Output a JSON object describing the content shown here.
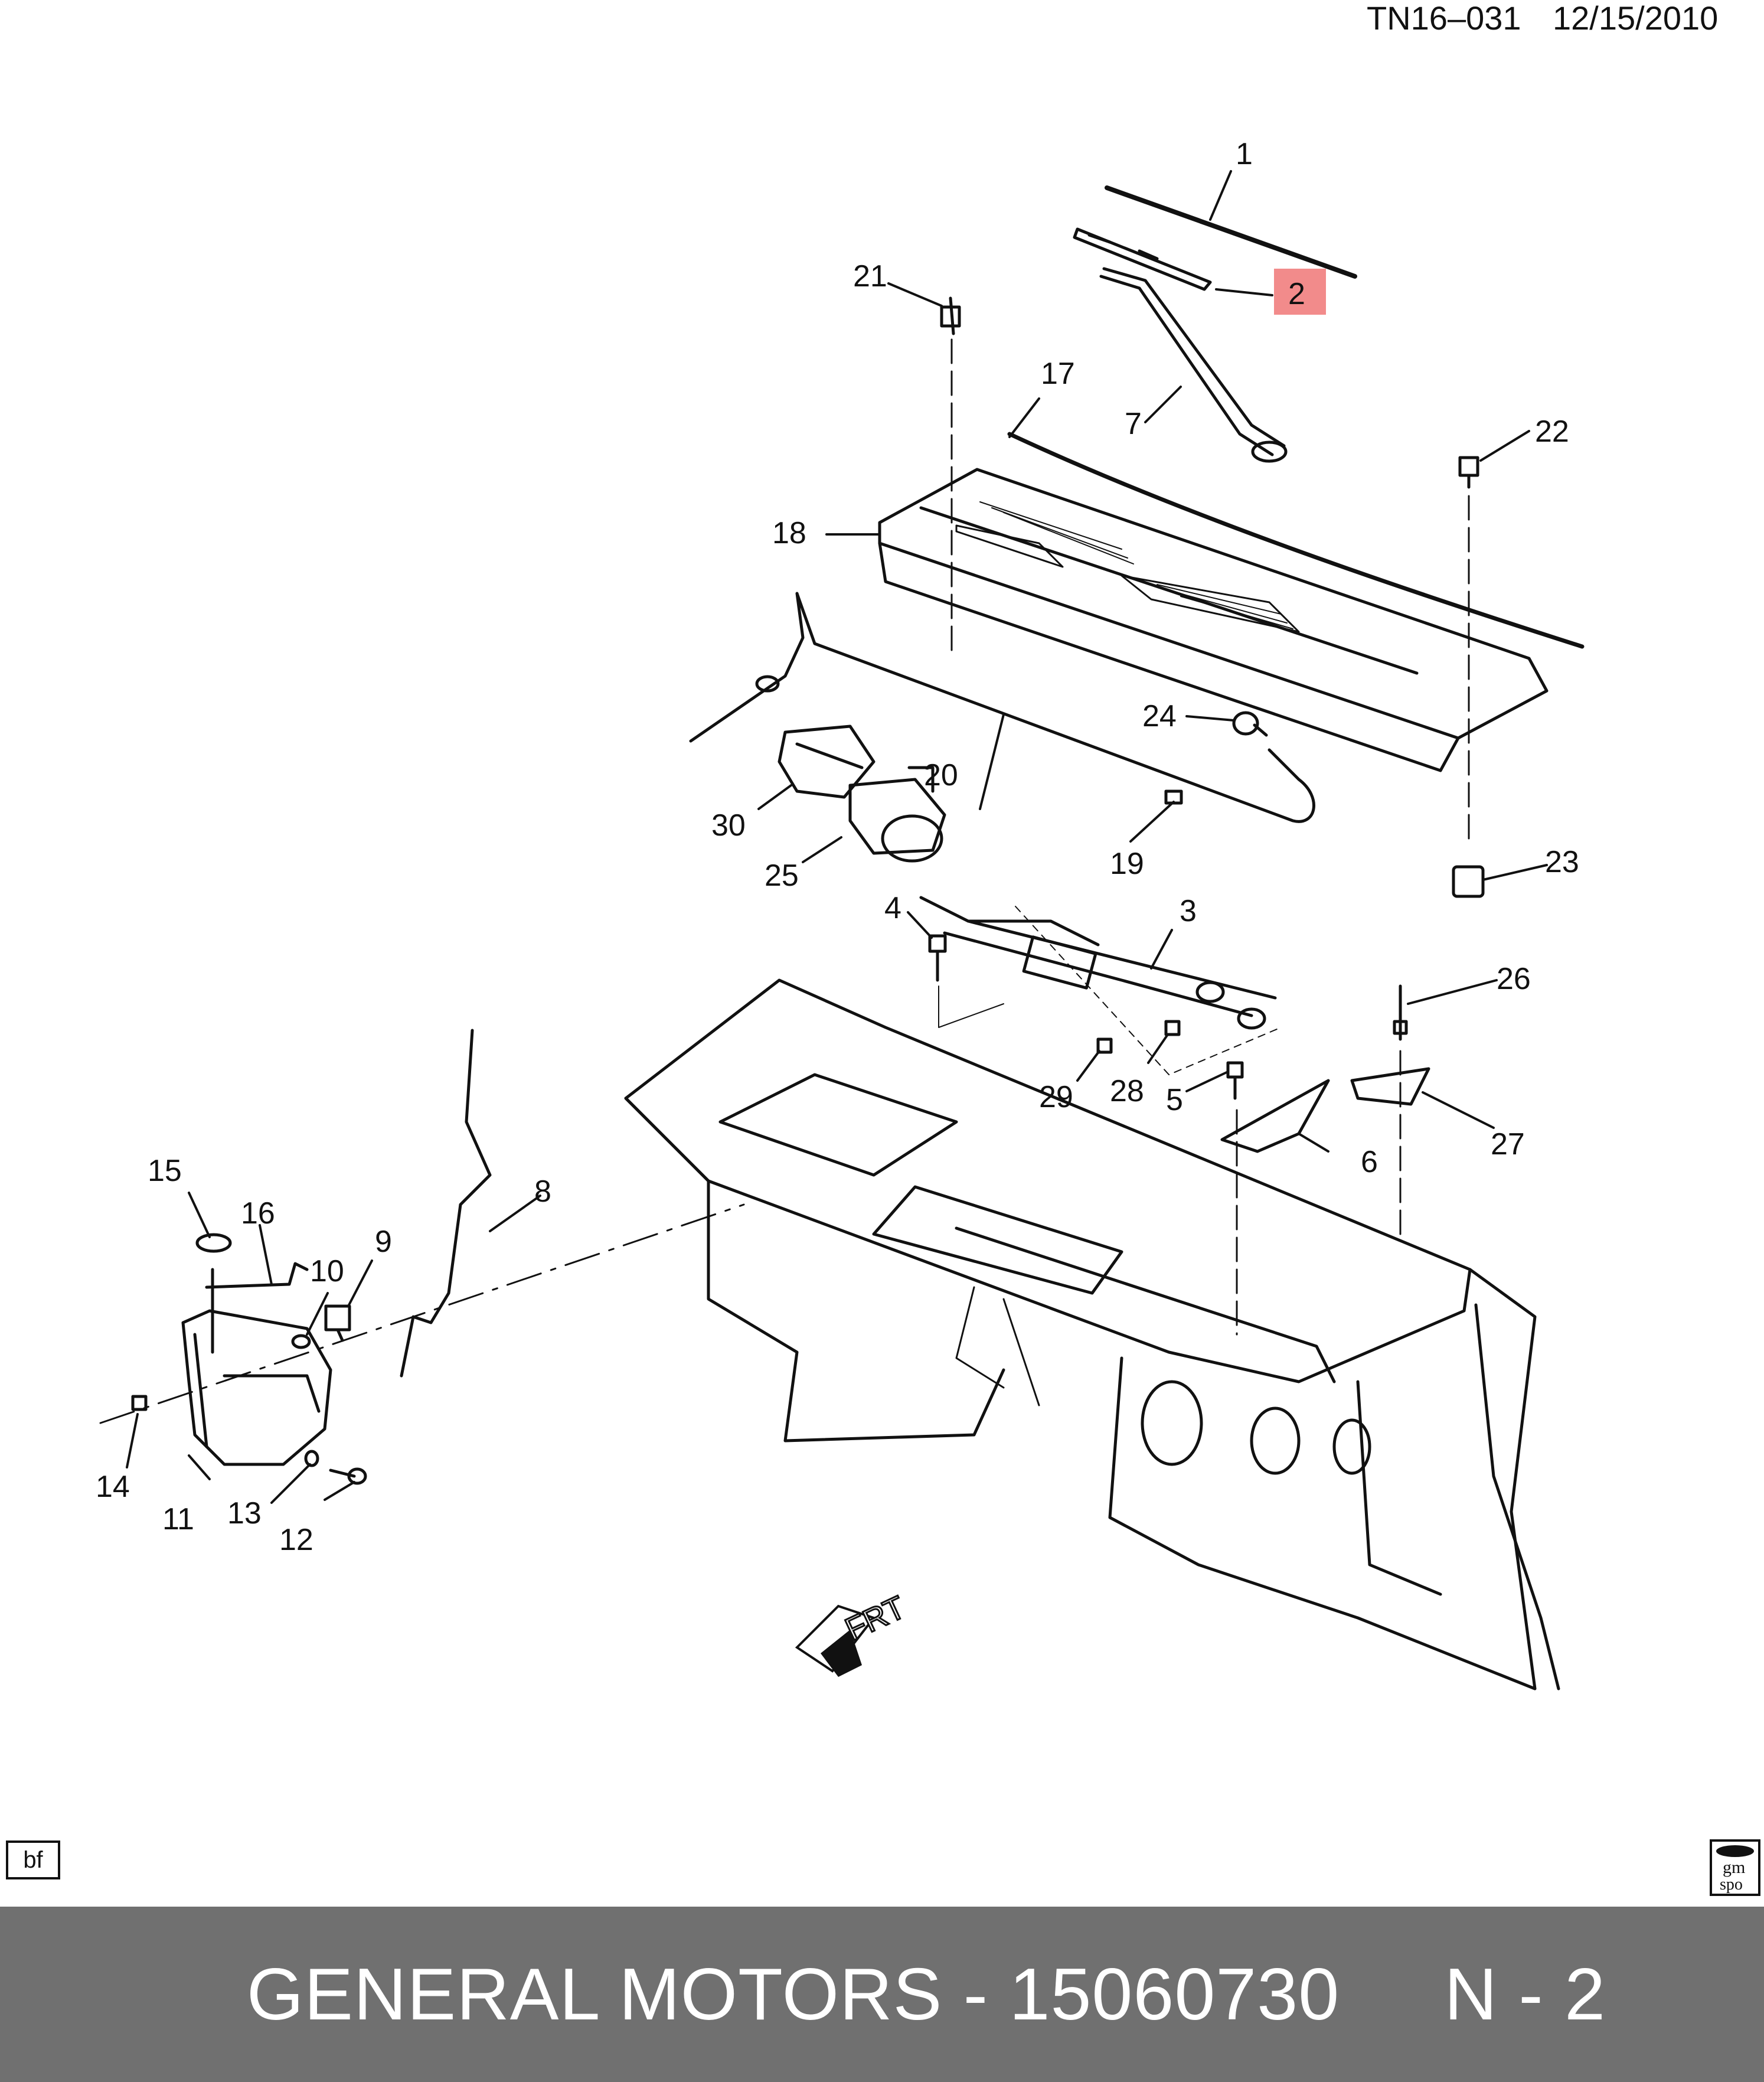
{
  "header": {
    "document_id": "TN16–031",
    "date": "12/15/2010"
  },
  "callouts": {
    "c1": "1",
    "c2": "2",
    "c3": "3",
    "c4": "4",
    "c5": "5",
    "c6": "6",
    "c7": "7",
    "c8": "8",
    "c9": "9",
    "c10": "10",
    "c11": "11",
    "c12": "12",
    "c13": "13",
    "c14": "14",
    "c15": "15",
    "c16": "16",
    "c17": "17",
    "c18": "18",
    "c19": "19",
    "c20": "20",
    "c21": "21",
    "c22": "22",
    "c23": "23",
    "c24": "24",
    "c25": "25",
    "c26": "26",
    "c27": "27",
    "c28": "28",
    "c29": "29",
    "c30": "30"
  },
  "highlight": {
    "callout": "2",
    "color": "#f28b8b"
  },
  "frt_label": "FRT",
  "corner_tag": "bf",
  "logo": {
    "line1": "gm",
    "line2": "spo"
  },
  "footer": {
    "text": "GENERAL MOTORS - 15060730     N - 2",
    "background": "#707070"
  }
}
